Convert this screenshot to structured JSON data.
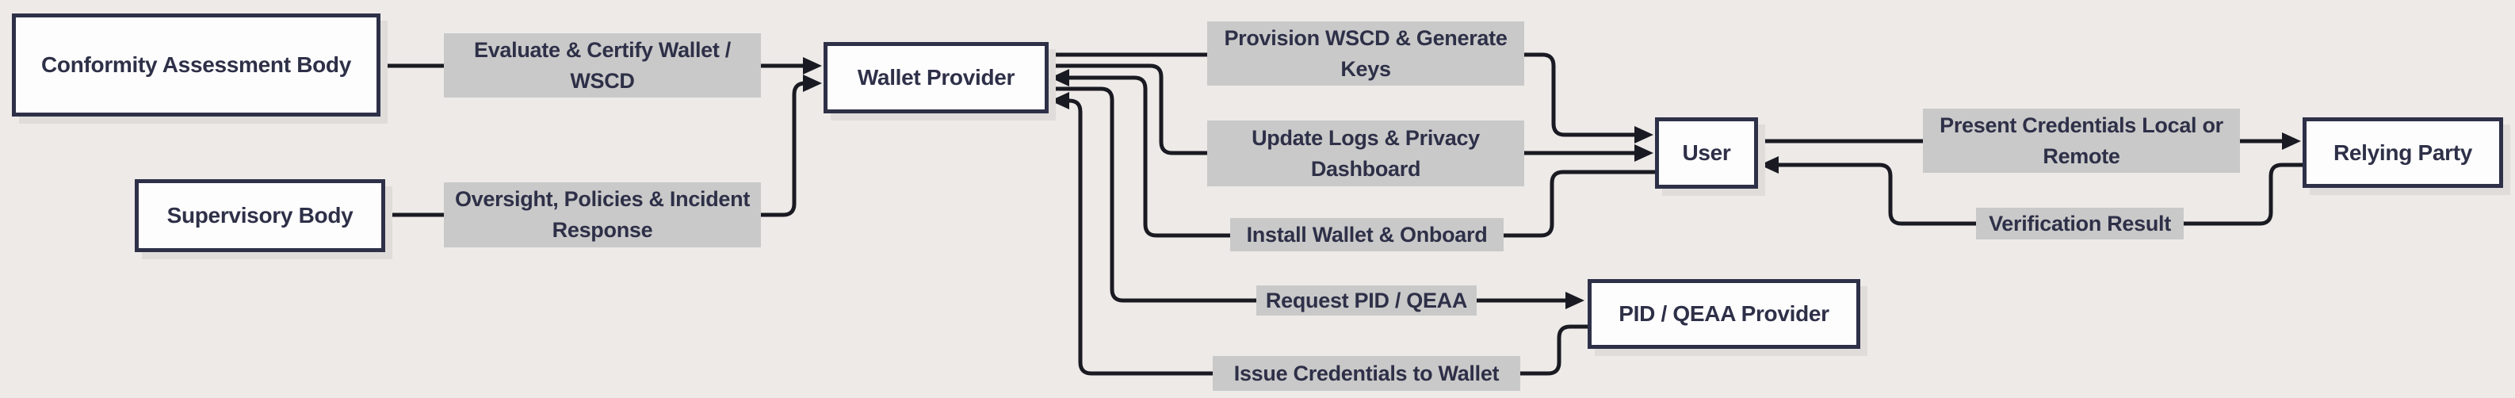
{
  "diagram": {
    "background_color": "#EDEAE8",
    "node_fill_color": "#FDFDFD",
    "node_border_color": "#2E3048",
    "edge_label_background_color": "#C9C9C9",
    "text_color": "#2E3048",
    "line_color": "#1A1A22",
    "nodes": [
      {
        "id": "conformity-assessment-body",
        "label": "Conformity Assessment Body"
      },
      {
        "id": "supervisory-body",
        "label": "Supervisory Body"
      },
      {
        "id": "wallet-provider",
        "label": "Wallet Provider"
      },
      {
        "id": "user",
        "label": "User"
      },
      {
        "id": "pid-qeaa-provider",
        "label": "PID / QEAA Provider"
      },
      {
        "id": "relying-party",
        "label": "Relying Party"
      }
    ],
    "edges": [
      {
        "from": "Conformity Assessment Body",
        "to": "Wallet Provider",
        "label": "Evaluate & Certify Wallet / WSCD"
      },
      {
        "from": "Supervisory Body",
        "to": "Wallet Provider",
        "label": "Oversight, Policies & Incident Response"
      },
      {
        "from": "Wallet Provider",
        "to": "User",
        "label": "Provision WSCD & Generate Keys"
      },
      {
        "from": "Wallet Provider",
        "to": "User",
        "label": "Update Logs & Privacy Dashboard"
      },
      {
        "from": "User",
        "to": "Wallet Provider",
        "label": "Install Wallet & Onboard"
      },
      {
        "from": "Wallet Provider",
        "to": "PID / QEAA Provider",
        "label": "Request PID / QEAA"
      },
      {
        "from": "PID / QEAA Provider",
        "to": "Wallet Provider",
        "label": "Issue Credentials to Wallet"
      },
      {
        "from": "User",
        "to": "Relying Party",
        "label": "Present Credentials Local or Remote"
      },
      {
        "from": "Relying Party",
        "to": "User",
        "label": "Verification Result"
      }
    ]
  }
}
